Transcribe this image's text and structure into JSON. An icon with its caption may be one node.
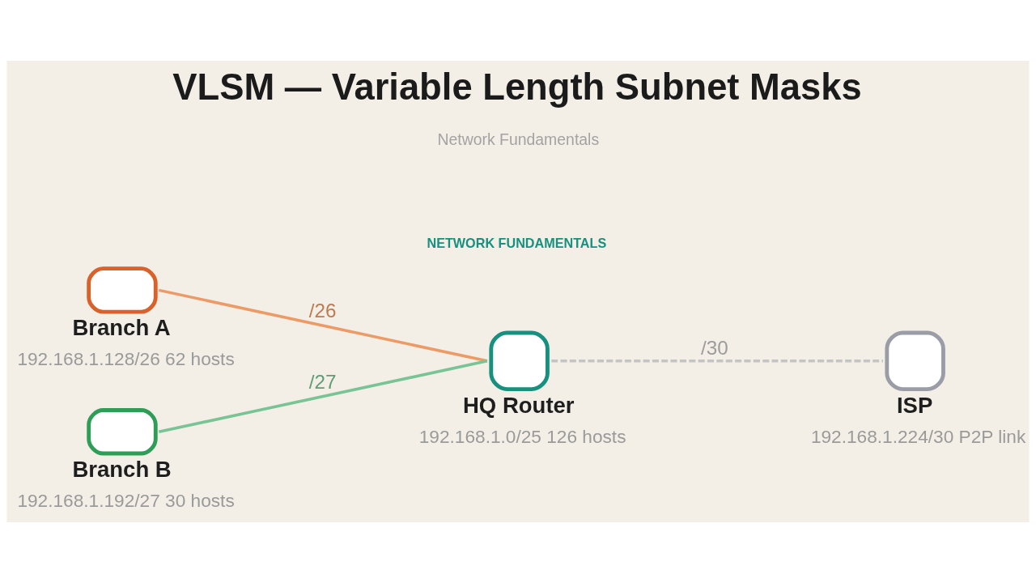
{
  "diagram": {
    "title": "VLSM — Variable Length Subnet Masks",
    "nodes": [
      {
        "text": [
          "Branch A",
          "192.168.1.128/26 62 hosts"
        ]
      },
      {
        "text": [
          "HQ Router",
          "192.168.1.0/25 126 hosts"
        ]
      },
      {
        "text": [
          "ISP",
          "192.168.1.224/30 P2P link"
        ]
      },
      {
        "text": [
          "Branch B",
          "192.168.1.192/27 30 hosts"
        ]
      }
    ],
    "edges": [
      {
        "from": 0,
        "to": 1,
        "arrow": "none",
        "label": "/26",
        "color": "#ec9a66"
      },
      {
        "from": 1,
        "to": 2,
        "arrow": "none",
        "label": "/30",
        "style": "dashed",
        "color": "#c4c4c4"
      },
      {
        "from": 3,
        "to": 1,
        "arrow": "none",
        "label": "/27",
        "color": "#78c494"
      }
    ],
    "labels": [
      "Network Fundamentals",
      "NETWORK FUNDAMENTALS"
    ]
  }
}
